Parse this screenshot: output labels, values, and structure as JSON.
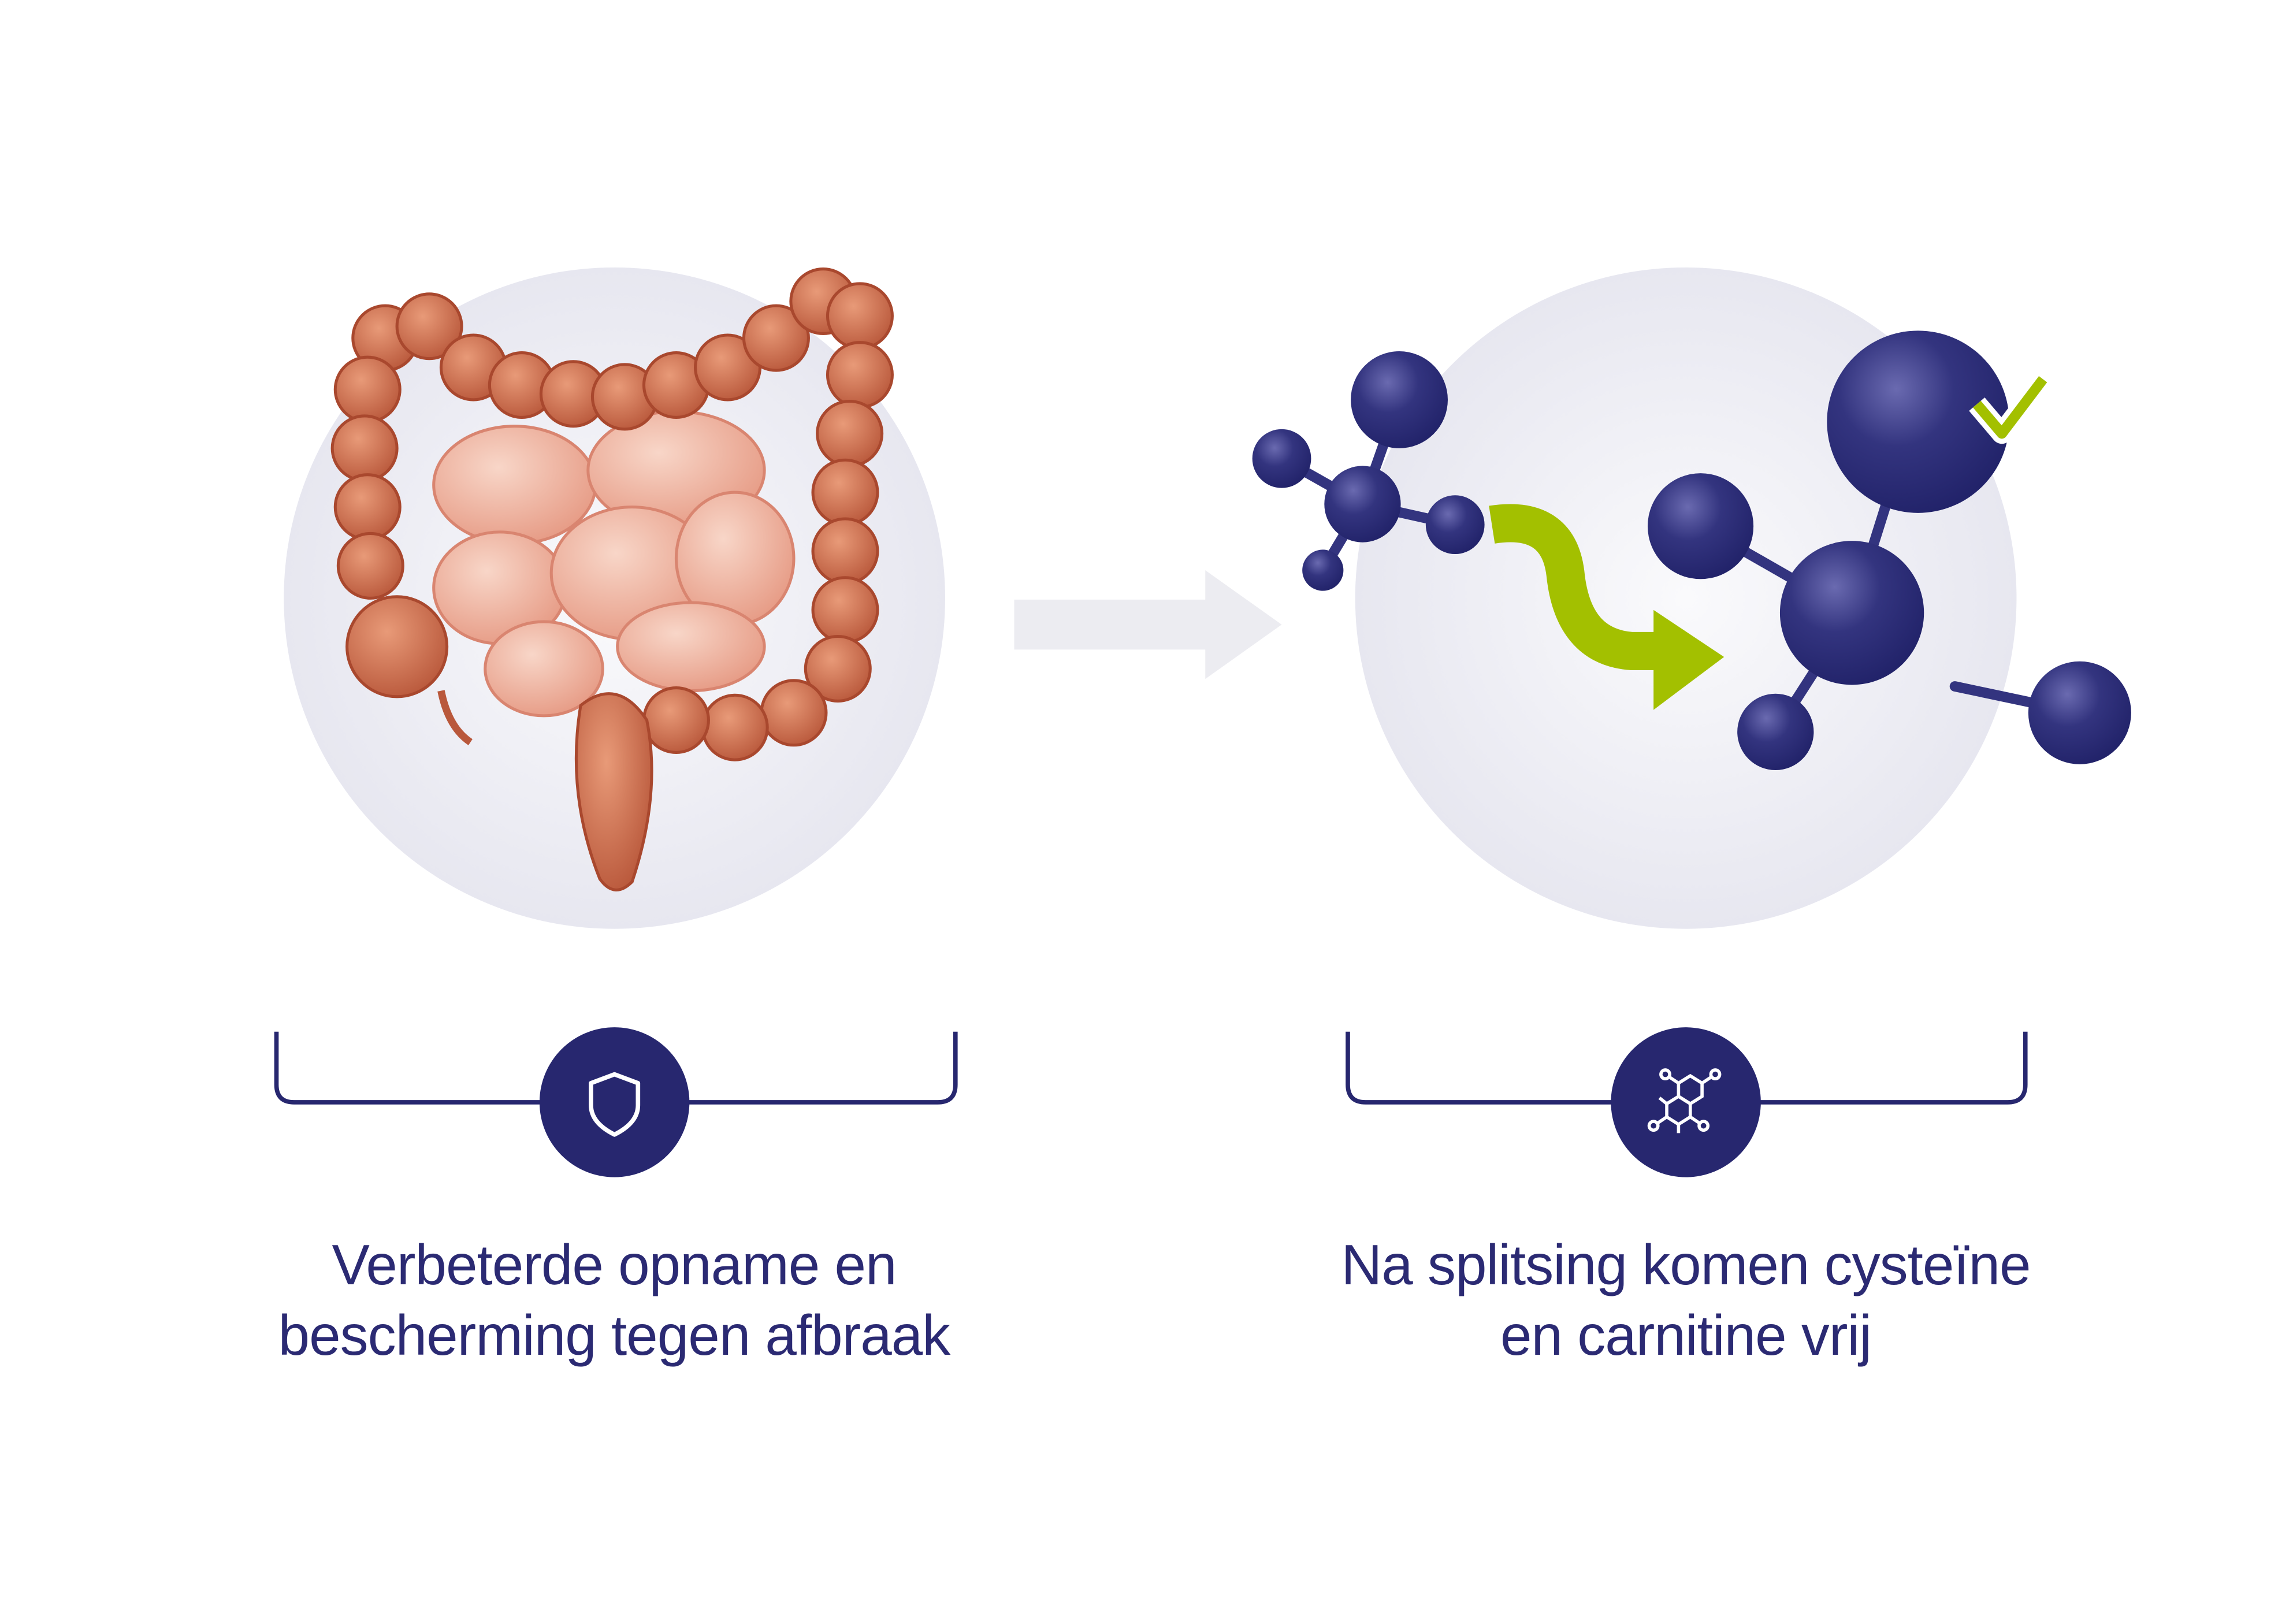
{
  "colors": {
    "navy": "#27276f",
    "green": "#a3c000",
    "circle_bg": "#e9e9f1",
    "arrow_gray": "#ececf1",
    "intestine_dark": "#c76546",
    "intestine_light": "#eaa590"
  },
  "left_panel": {
    "illustration": "large-intestine",
    "icon": "shield-icon",
    "caption": [
      "Verbeterde opname en",
      "bescherming tegen afbraak"
    ]
  },
  "right_panel": {
    "illustration": "molecule-splitting",
    "icon": "molecule-icon",
    "caption": [
      "Na splitsing komen cysteïne",
      "en carnitine vrij"
    ]
  }
}
